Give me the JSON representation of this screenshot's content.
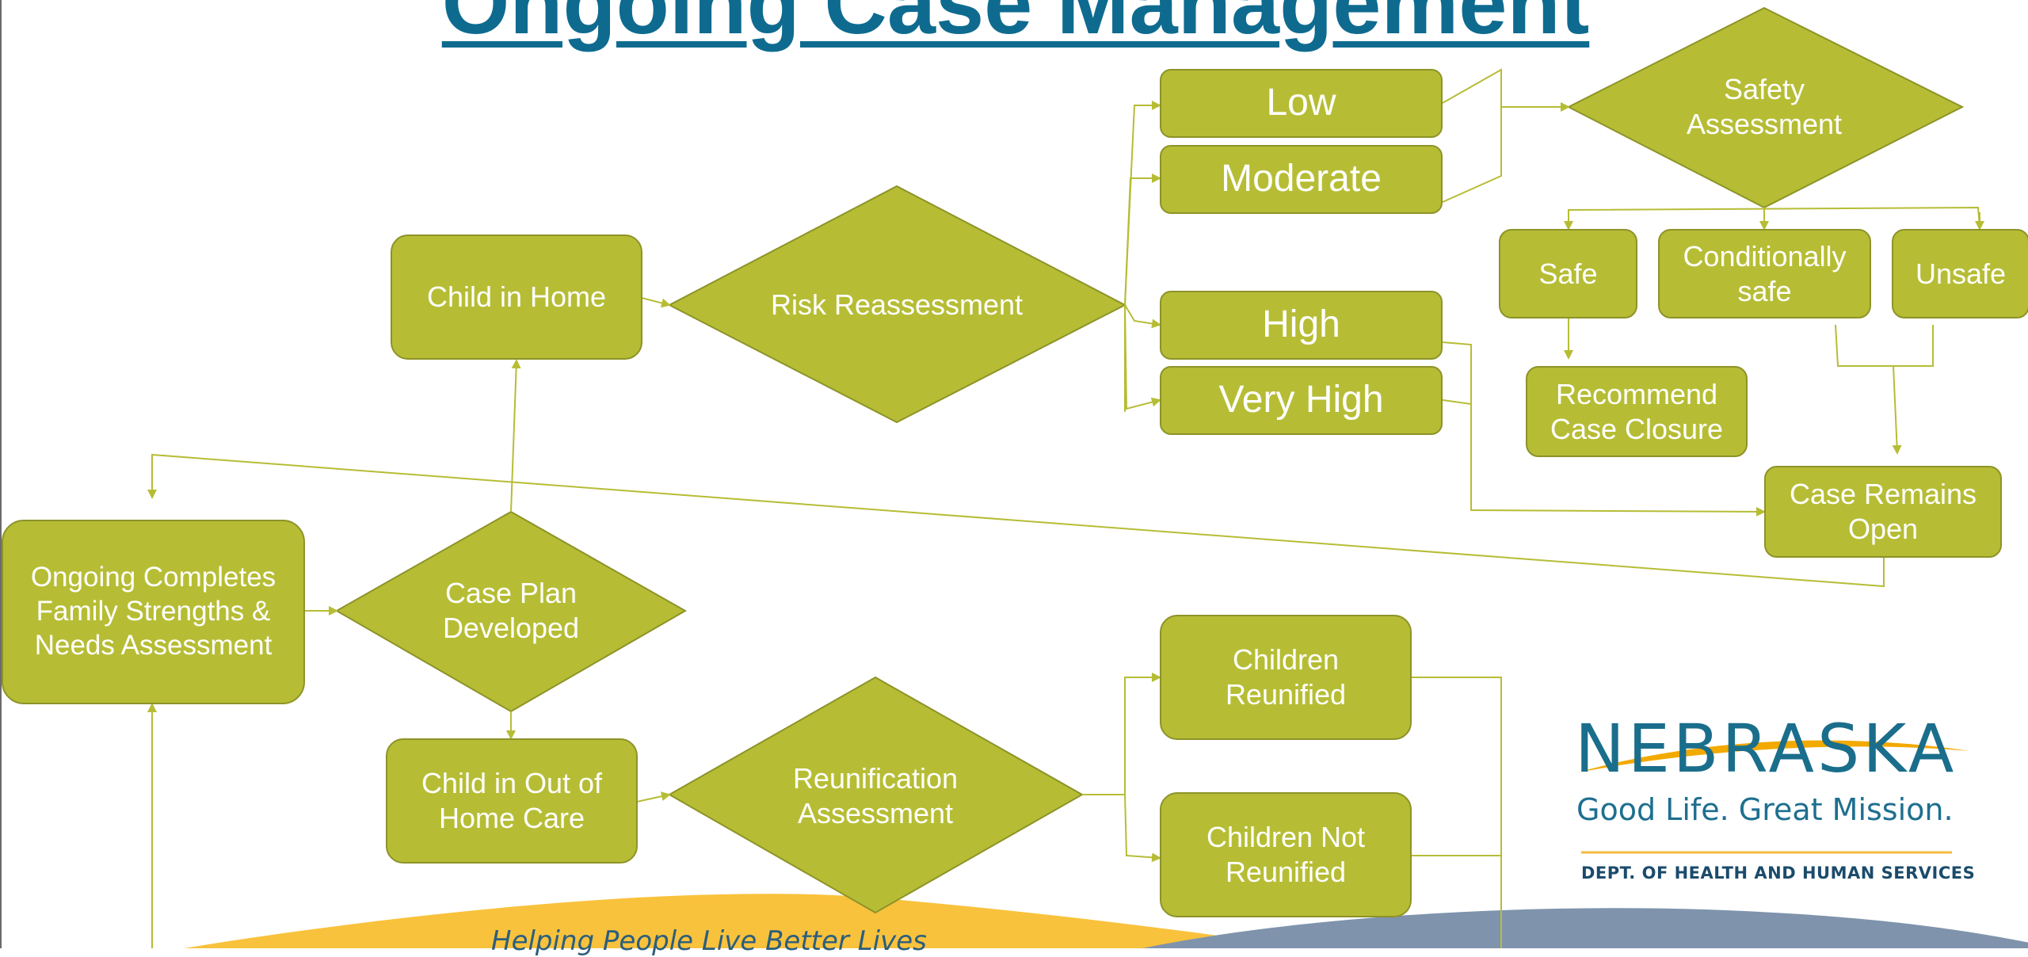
{
  "title": "Ongoing Case Management",
  "nodes": {
    "ongoing": "Ongoing Completes Family Strengths & Needs Assessment",
    "case_plan": "Case Plan Developed",
    "child_in_home": "Child in Home",
    "risk_reassessment": "Risk Reassessment",
    "low": "Low",
    "moderate": "Moderate",
    "high": "High",
    "very_high": "Very High",
    "safety_assessment": "Safety Assessment",
    "safe": "Safe",
    "conditionally_safe": "Conditionally safe",
    "unsafe": "Unsafe",
    "recommend_closure": "Recommend Case Closure",
    "case_remains_open": "Case Remains Open",
    "child_out_of_home": "Child in Out of Home Care",
    "reunification_assessment": "Reunification Assessment",
    "children_reunified": "Children Reunified",
    "children_not_reunified": "Children Not Reunified"
  },
  "logo": {
    "word": "NEBRASKA",
    "tagline": "Good Life. Great Mission.",
    "dept": "DEPT. OF HEALTH AND HUMAN SERVICES"
  },
  "footer": {
    "tagline": "Helping People Live Better Lives"
  },
  "colors": {
    "node_fill": "#b6bd35",
    "node_border": "#8d9328",
    "connector": "#b6bd35",
    "title": "#0e6b8f",
    "wave_yellow": "#f9c23c",
    "wave_blue": "#7f93ac"
  }
}
